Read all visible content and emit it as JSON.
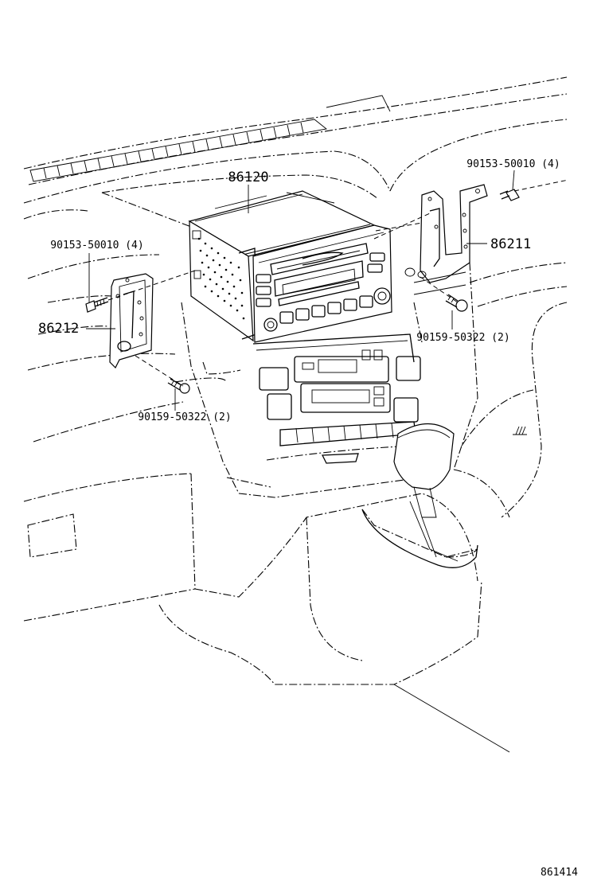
{
  "labels": {
    "radio_unit": "86120",
    "right_bracket": "86211",
    "left_bracket": "86212",
    "screw_right_top": "90153-50010 (4)",
    "screw_left_top": "90153-50010 (4)",
    "screw_right_bottom": "90159-50322 (2)",
    "screw_left_bottom": "90159-50322 (2)"
  },
  "figure_code": "861414"
}
